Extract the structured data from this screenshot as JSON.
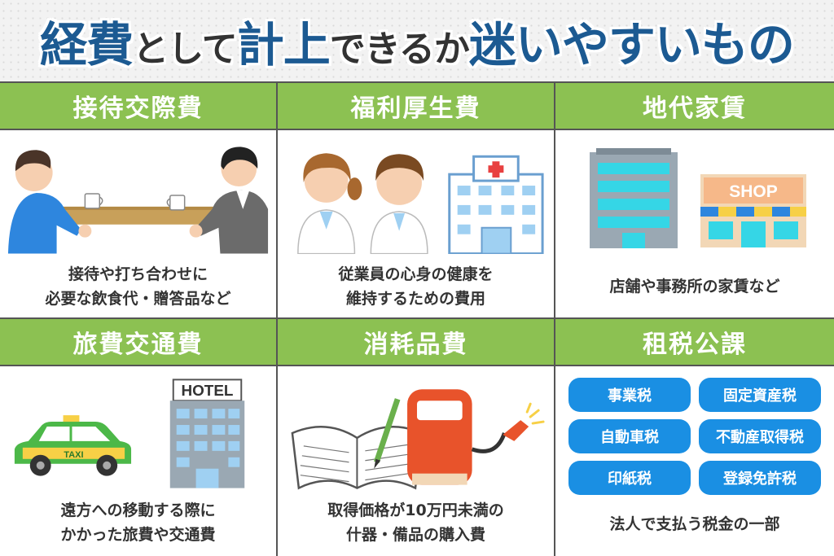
{
  "header": {
    "title_parts": [
      "経費",
      "として",
      "計上",
      "できるか",
      "迷いやすいもの"
    ]
  },
  "cells": [
    {
      "heading": "接待交際費",
      "desc": [
        "接待や打ち合わせに",
        "必要な飲食代・贈答品など"
      ]
    },
    {
      "heading": "福利厚生費",
      "desc": [
        "従業員の心身の健康を",
        "維持するための費用"
      ]
    },
    {
      "heading": "地代家賃",
      "desc": [
        "店舗や事務所の家賃など"
      ],
      "shop_sign": "SHOP"
    },
    {
      "heading": "旅費交通費",
      "desc": [
        "遠方への移動する際に",
        "かかった旅費や交通費"
      ],
      "hotel_sign": "HOTEL",
      "taxi_sign": "TAXI"
    },
    {
      "heading": "消耗品費",
      "desc": [
        "取得価格が10万円未満の",
        "什器・備品の購入費"
      ]
    },
    {
      "heading": "租税公課",
      "desc": [
        "法人で支払う税金の一部"
      ],
      "taxes": [
        "事業税",
        "固定資産税",
        "自動車税",
        "不動産取得税",
        "印紙税",
        "登録免許税"
      ]
    }
  ],
  "colors": {
    "green": "#8cc152",
    "blue": "#1a8fe3",
    "title_blue": "#1c5a92"
  }
}
